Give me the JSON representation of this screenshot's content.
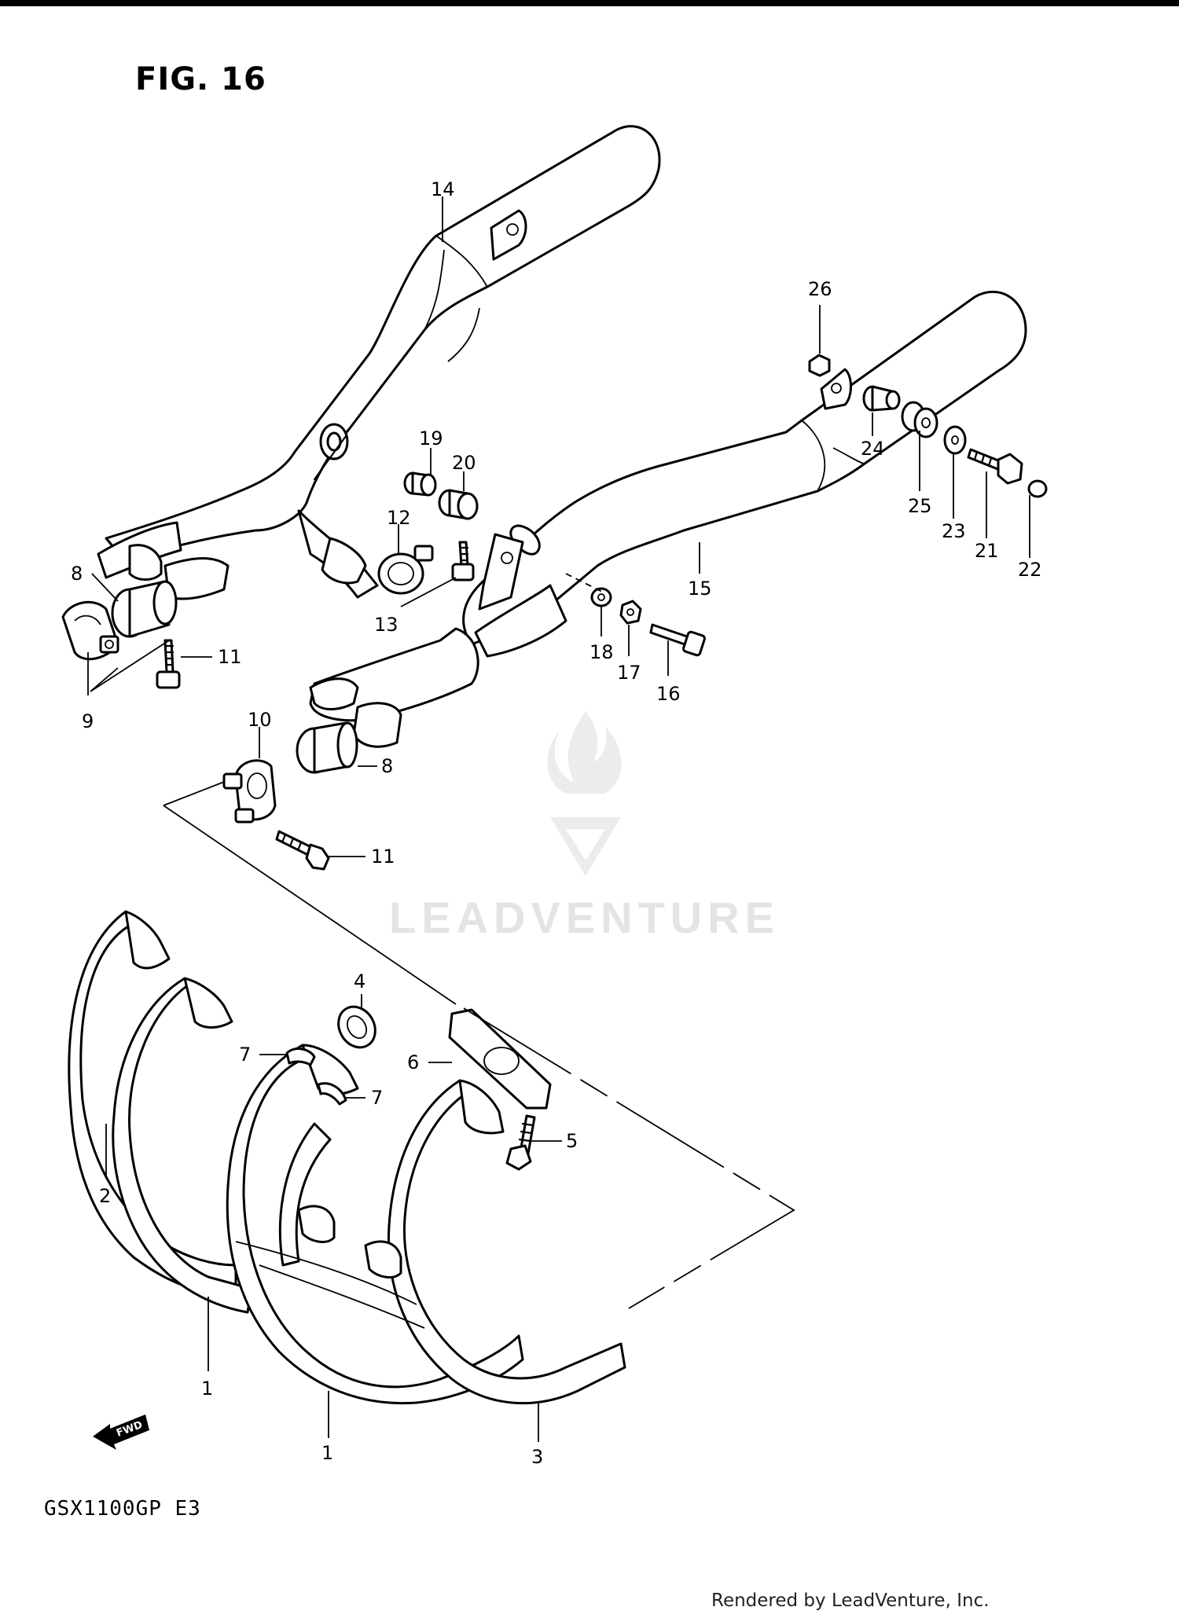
{
  "figure": {
    "title": "FIG. 16",
    "model_code": "GSX1100GP E3",
    "credit": "Rendered by LeadVenture, Inc.",
    "watermark": "LEADVENTURE"
  },
  "fwd_label": "FWD",
  "callouts": [
    {
      "id": "1a",
      "label": "1"
    },
    {
      "id": "1b",
      "label": "1"
    },
    {
      "id": "2",
      "label": "2"
    },
    {
      "id": "3",
      "label": "3"
    },
    {
      "id": "4",
      "label": "4"
    },
    {
      "id": "5",
      "label": "5"
    },
    {
      "id": "6",
      "label": "6"
    },
    {
      "id": "7a",
      "label": "7"
    },
    {
      "id": "7b",
      "label": "7"
    },
    {
      "id": "8a",
      "label": "8"
    },
    {
      "id": "8b",
      "label": "8"
    },
    {
      "id": "9",
      "label": "9"
    },
    {
      "id": "10",
      "label": "10"
    },
    {
      "id": "11a",
      "label": "11"
    },
    {
      "id": "11b",
      "label": "11"
    },
    {
      "id": "12",
      "label": "12"
    },
    {
      "id": "13",
      "label": "13"
    },
    {
      "id": "14",
      "label": "14"
    },
    {
      "id": "15",
      "label": "15"
    },
    {
      "id": "16",
      "label": "16"
    },
    {
      "id": "17",
      "label": "17"
    },
    {
      "id": "18",
      "label": "18"
    },
    {
      "id": "19",
      "label": "19"
    },
    {
      "id": "20",
      "label": "20"
    },
    {
      "id": "21",
      "label": "21"
    },
    {
      "id": "22",
      "label": "22"
    },
    {
      "id": "23",
      "label": "23"
    },
    {
      "id": "24",
      "label": "24"
    },
    {
      "id": "25",
      "label": "25"
    },
    {
      "id": "26",
      "label": "26"
    }
  ]
}
